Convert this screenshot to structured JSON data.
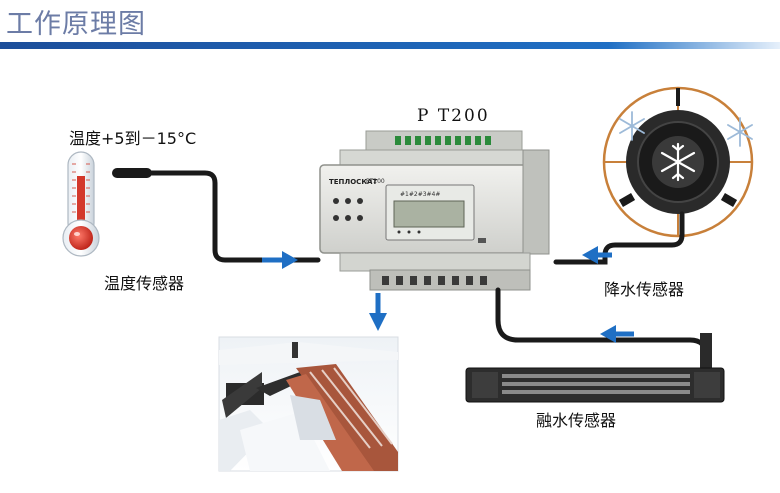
{
  "title": "工作原理图",
  "controller": {
    "model_label": "P T200",
    "brand": "ТЕПЛОСКАТ",
    "model_small": "РТ200",
    "display_text": "#1#2#3#4#"
  },
  "labels": {
    "temp_range": "温度+5到－15°C",
    "temp_sensor": "温度传感器",
    "precip_sensor": "降水传感器",
    "melt_sensor": "融水传感器"
  },
  "colors": {
    "accent_blue": "#1f6fc4",
    "header_dark": "#1d4e9a",
    "cable": "#1a1a1a",
    "thermometer_red": "#d3382b",
    "sensor_ring": "#c8803a"
  },
  "icons": [
    "thermometer-icon",
    "snowflake-icon"
  ]
}
